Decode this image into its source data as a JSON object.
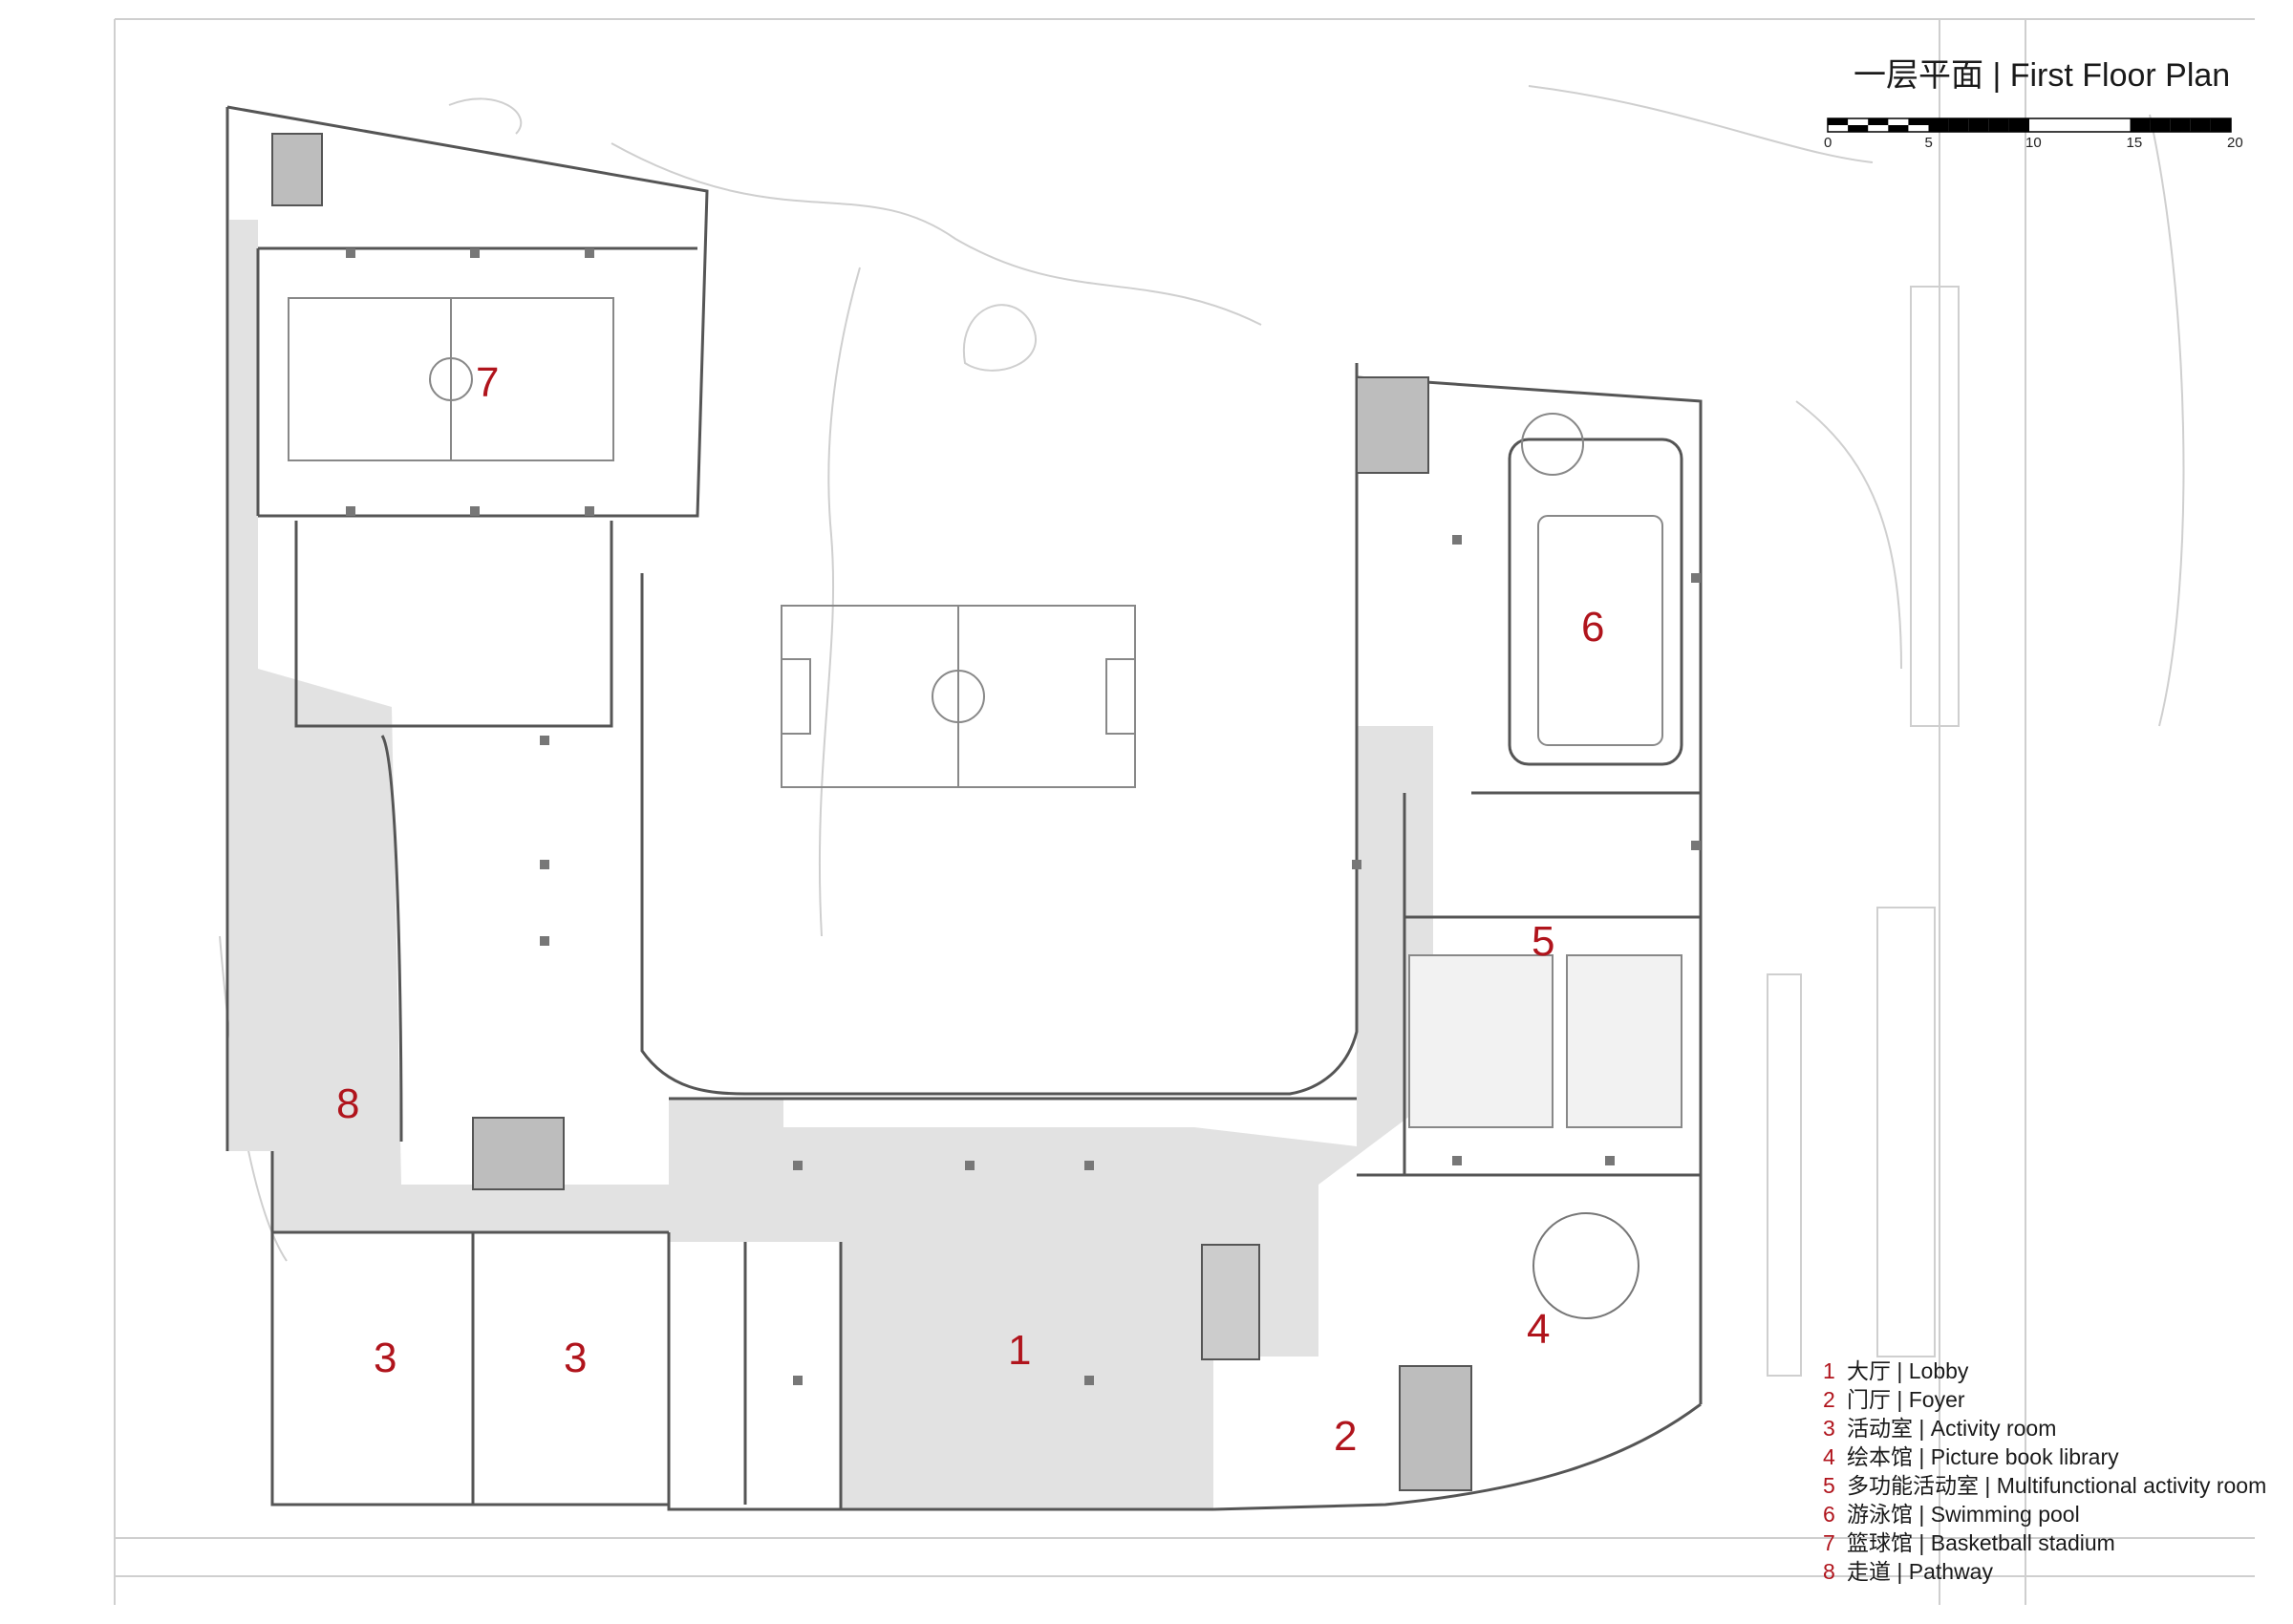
{
  "title": "一层平面 | First Floor Plan",
  "scale_bar": {
    "ticks": [
      "0",
      "5",
      "10",
      "15",
      "20"
    ]
  },
  "rooms": [
    {
      "num": "1"
    },
    {
      "num": "2"
    },
    {
      "num": "3"
    },
    {
      "num": "3"
    },
    {
      "num": "4"
    },
    {
      "num": "5"
    },
    {
      "num": "6"
    },
    {
      "num": "7"
    },
    {
      "num": "8"
    }
  ],
  "legend": [
    {
      "num": "1",
      "label": "大厅 | Lobby"
    },
    {
      "num": "2",
      "label": "门厅 | Foyer"
    },
    {
      "num": "3",
      "label": "活动室 | Activity room"
    },
    {
      "num": "4",
      "label": "绘本馆 | Picture book library"
    },
    {
      "num": "5",
      "label": "多功能活动室 | Multifunctional activity room"
    },
    {
      "num": "6",
      "label": "游泳馆 | Swimming pool"
    },
    {
      "num": "7",
      "label": "篮球馆 | Basketball stadium"
    },
    {
      "num": "8",
      "label": "走道 | Pathway"
    }
  ],
  "colors": {
    "accent": "#b0141c",
    "wall": "#555555",
    "fill": "#e2e2e2",
    "site": "#c8c8c8"
  }
}
